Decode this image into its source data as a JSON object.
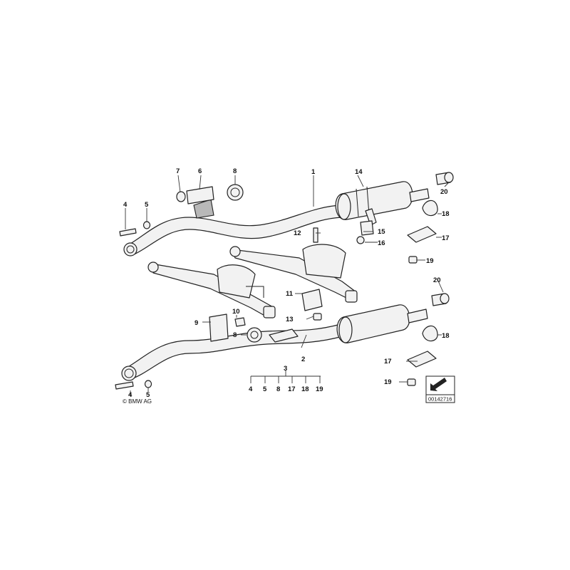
{
  "diagram": {
    "callouts": {
      "c1": "1",
      "c2": "2",
      "c3": "3",
      "c4a": "4",
      "c4b": "4",
      "c4c": "4",
      "c5a": "5",
      "c5b": "5",
      "c5c": "5",
      "c6": "6",
      "c7": "7",
      "c8a": "8",
      "c8b": "8",
      "c8c": "8",
      "c9": "9",
      "c10": "10",
      "c11": "11",
      "c12": "12",
      "c13": "13",
      "c14": "14",
      "c15": "15",
      "c16": "16",
      "c17a": "17",
      "c17b": "17",
      "c17c": "17",
      "c18a": "18",
      "c18b": "18",
      "c18c": "18",
      "c19a": "19",
      "c19b": "19",
      "c19c": "19",
      "c20a": "20",
      "c20b": "20"
    },
    "copyright": "© BMW AG",
    "reference_id": "00142716",
    "colors": {
      "line": "#222222",
      "fill": "#f2f2f2",
      "background": "#ffffff"
    }
  }
}
